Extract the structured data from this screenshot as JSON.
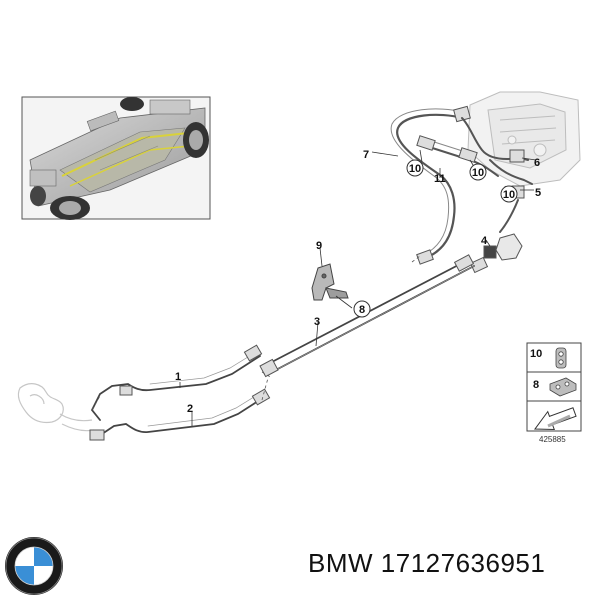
{
  "diagram": {
    "callouts": [
      "1",
      "2",
      "3",
      "4",
      "5",
      "6",
      "7",
      "8",
      "9",
      "10",
      "11"
    ],
    "circled_callouts": [
      "10",
      "8",
      "10",
      "10"
    ],
    "legend": {
      "items": [
        "10",
        "8"
      ]
    },
    "reference_number": "425885"
  },
  "footer": {
    "brand": "BMW",
    "part_number": "17127636951",
    "caption": "BMW 17127636951",
    "logo_icon": "bmw-roundel-icon",
    "colors": {
      "roundel_blue": "#3a8fd6",
      "roundel_ring": "#1a1a1a"
    }
  }
}
